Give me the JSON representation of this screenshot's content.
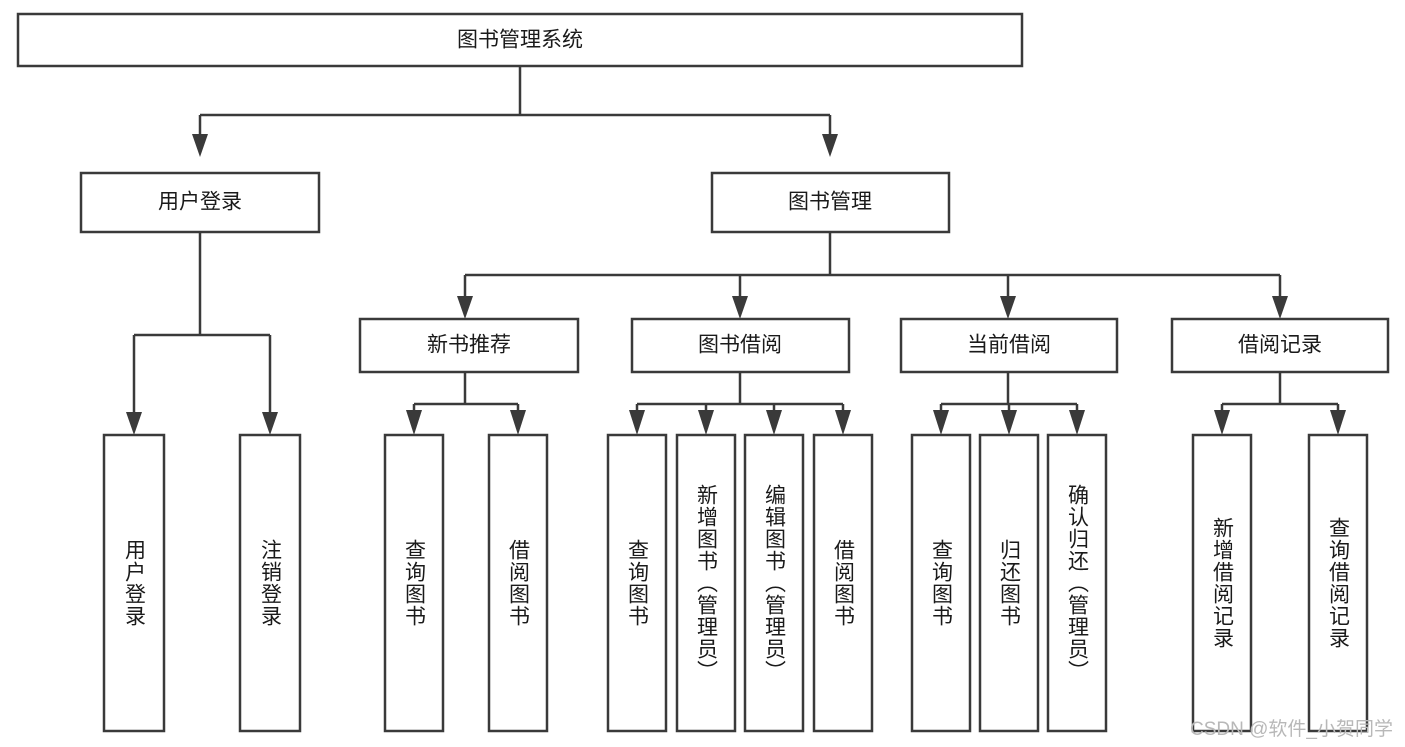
{
  "diagram": {
    "title": "图书管理系统",
    "type": "hierarchy-tree",
    "root": {
      "id": "root",
      "label": "图书管理系统"
    },
    "level1": [
      {
        "id": "user-login",
        "label": "用户登录"
      },
      {
        "id": "book-manage",
        "label": "图书管理"
      }
    ],
    "level2": [
      {
        "id": "new-book-rec",
        "label": "新书推荐",
        "parent": "book-manage"
      },
      {
        "id": "book-borrow",
        "label": "图书借阅",
        "parent": "book-manage"
      },
      {
        "id": "current-borrow",
        "label": "当前借阅",
        "parent": "book-manage"
      },
      {
        "id": "borrow-record",
        "label": "借阅记录",
        "parent": "book-manage"
      }
    ],
    "leaves": [
      {
        "id": "leaf-user-login",
        "label": "用户登录",
        "parent": "user-login"
      },
      {
        "id": "leaf-logout",
        "label": "注销登录",
        "parent": "user-login"
      },
      {
        "id": "leaf-query-book-1",
        "label": "查询图书",
        "parent": "new-book-rec"
      },
      {
        "id": "leaf-borrow-book-1",
        "label": "借阅图书",
        "parent": "new-book-rec"
      },
      {
        "id": "leaf-query-book-2",
        "label": "查询图书",
        "parent": "book-borrow"
      },
      {
        "id": "leaf-add-book",
        "label": "新增图书（管理员）",
        "parent": "book-borrow"
      },
      {
        "id": "leaf-edit-book",
        "label": "编辑图书（管理员）",
        "parent": "book-borrow"
      },
      {
        "id": "leaf-borrow-book-2",
        "label": "借阅图书",
        "parent": "book-borrow"
      },
      {
        "id": "leaf-query-book-3",
        "label": "查询图书",
        "parent": "current-borrow"
      },
      {
        "id": "leaf-return-book",
        "label": "归还图书",
        "parent": "current-borrow"
      },
      {
        "id": "leaf-confirm-return",
        "label": "确认归还（管理员）",
        "parent": "current-borrow"
      },
      {
        "id": "leaf-add-record",
        "label": "新增借阅记录",
        "parent": "borrow-record"
      },
      {
        "id": "leaf-query-record",
        "label": "查询借阅记录",
        "parent": "borrow-record"
      }
    ],
    "watermark": "CSDN @软件_小贺同学",
    "colors": {
      "box_stroke": "#3a3a3a",
      "box_fill": "#ffffff",
      "text": "#1a1a1a",
      "connector": "#3a3a3a",
      "watermark": "#b8b8b8",
      "background": "#ffffff"
    }
  }
}
